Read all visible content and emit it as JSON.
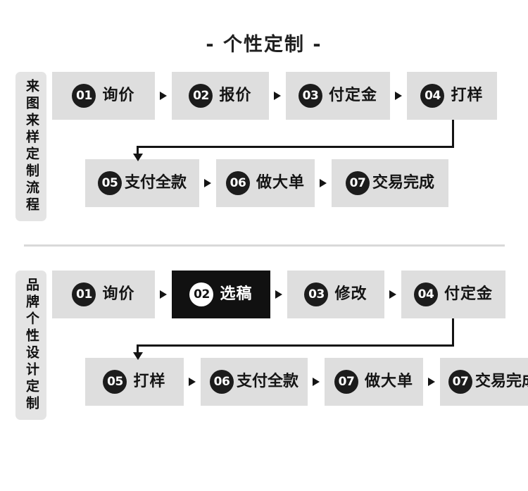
{
  "page": {
    "title": "- 个性定制 -"
  },
  "sections": [
    {
      "side_label": "来图来样定制流程",
      "rows": [
        {
          "steps": [
            {
              "num": "01",
              "label": "询价",
              "active": false
            },
            {
              "num": "02",
              "label": "报价",
              "active": false
            },
            {
              "num": "03",
              "label": "付定金",
              "active": false
            },
            {
              "num": "04",
              "label": "打样",
              "active": false
            }
          ]
        },
        {
          "steps": [
            {
              "num": "05",
              "label": "支付全款",
              "active": false
            },
            {
              "num": "06",
              "label": "做大单",
              "active": false
            },
            {
              "num": "07",
              "label": "交易完成",
              "active": false
            }
          ]
        }
      ]
    },
    {
      "side_label": "品牌个性设计定制",
      "rows": [
        {
          "steps": [
            {
              "num": "01",
              "label": "询价",
              "active": false
            },
            {
              "num": "02",
              "label": "选稿",
              "active": true
            },
            {
              "num": "03",
              "label": "修改",
              "active": false
            },
            {
              "num": "04",
              "label": "付定金",
              "active": false
            }
          ]
        },
        {
          "steps": [
            {
              "num": "05",
              "label": "打样",
              "active": false
            },
            {
              "num": "06",
              "label": "支付全款",
              "active": false
            },
            {
              "num": "07",
              "label": "做大单",
              "active": false
            },
            {
              "num": "07",
              "label": "交易完成",
              "active": false
            }
          ]
        }
      ]
    }
  ],
  "colors": {
    "box_bg": "#dedede",
    "box_active_bg": "#111111",
    "badge_bg": "#1c1c1c",
    "side_tab_bg": "#e4e4e4",
    "line": "#141414",
    "divider": "#d9d9d9",
    "text": "#141414"
  },
  "icons": {
    "step_arrow": "triangle-right-icon",
    "flow_connector": "elbow-arrow-down-icon"
  }
}
